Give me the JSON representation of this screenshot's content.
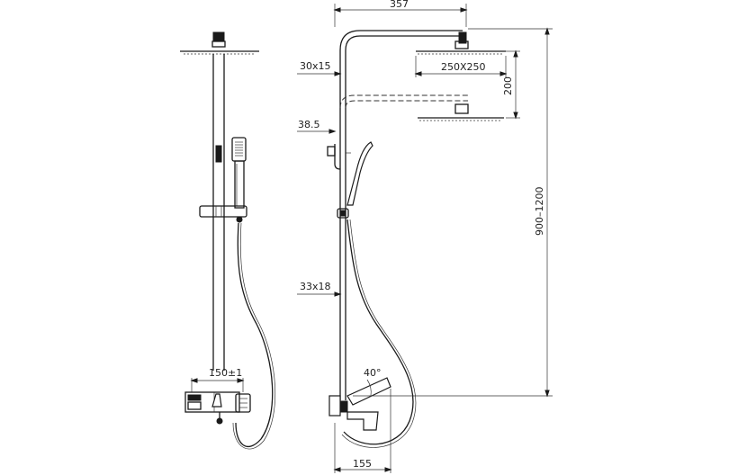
{
  "dimensions": {
    "width_total": "357",
    "rail_section": "30x15",
    "head_size": "250X250",
    "head_drop": "200",
    "slider_offset": "38.5",
    "riser_section": "33x18",
    "height_range": "900–1200",
    "mixer_spacing": "150±1",
    "spout_angle": "40°",
    "wall_projection": "155"
  },
  "colors": {
    "line": "#1a1a1a",
    "background": "#ffffff"
  }
}
